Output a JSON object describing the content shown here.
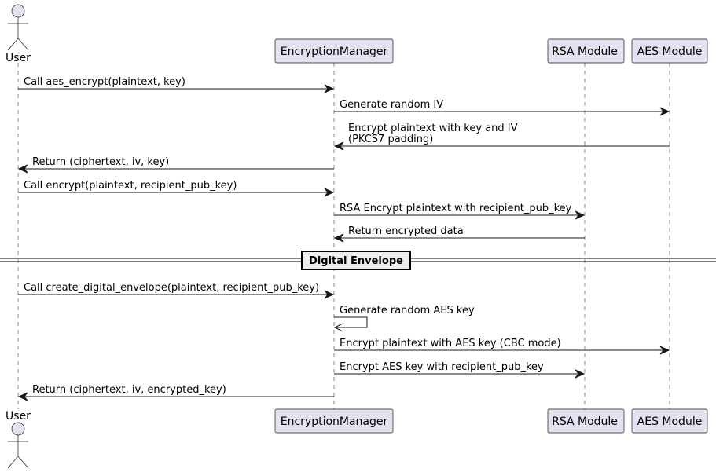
{
  "participants": [
    {
      "id": "user",
      "label": "User",
      "kind": "actor"
    },
    {
      "id": "em",
      "label": "EncryptionManager",
      "kind": "participant"
    },
    {
      "id": "rsa",
      "label": "RSA Module",
      "kind": "participant"
    },
    {
      "id": "aes",
      "label": "AES Module",
      "kind": "participant"
    }
  ],
  "messages": [
    {
      "from": "user",
      "to": "em",
      "lines": [
        "Call aes_encrypt(plaintext, key)"
      ]
    },
    {
      "from": "em",
      "to": "aes",
      "lines": [
        "Generate random IV"
      ]
    },
    {
      "from": "aes",
      "to": "em",
      "lines": [
        "Encrypt plaintext with key and IV",
        "(PKCS7 padding)"
      ]
    },
    {
      "from": "em",
      "to": "user",
      "lines": [
        "Return (ciphertext, iv, key)"
      ]
    },
    {
      "from": "user",
      "to": "em",
      "lines": [
        "Call encrypt(plaintext, recipient_pub_key)"
      ]
    },
    {
      "from": "em",
      "to": "rsa",
      "lines": [
        "RSA Encrypt plaintext with recipient_pub_key"
      ]
    },
    {
      "from": "rsa",
      "to": "em",
      "lines": [
        "Return encrypted data"
      ]
    },
    {
      "divider": "Digital Envelope"
    },
    {
      "from": "user",
      "to": "em",
      "lines": [
        "Call create_digital_envelope(plaintext, recipient_pub_key)"
      ]
    },
    {
      "from": "em",
      "to": "em",
      "lines": [
        "Generate random AES key"
      ]
    },
    {
      "from": "em",
      "to": "aes",
      "lines": [
        "Encrypt plaintext with AES key (CBC mode)"
      ]
    },
    {
      "from": "em",
      "to": "rsa",
      "lines": [
        "Encrypt AES key with recipient_pub_key"
      ]
    },
    {
      "from": "em",
      "to": "user",
      "lines": [
        "Return (ciphertext, iv, encrypted_key)"
      ]
    }
  ]
}
